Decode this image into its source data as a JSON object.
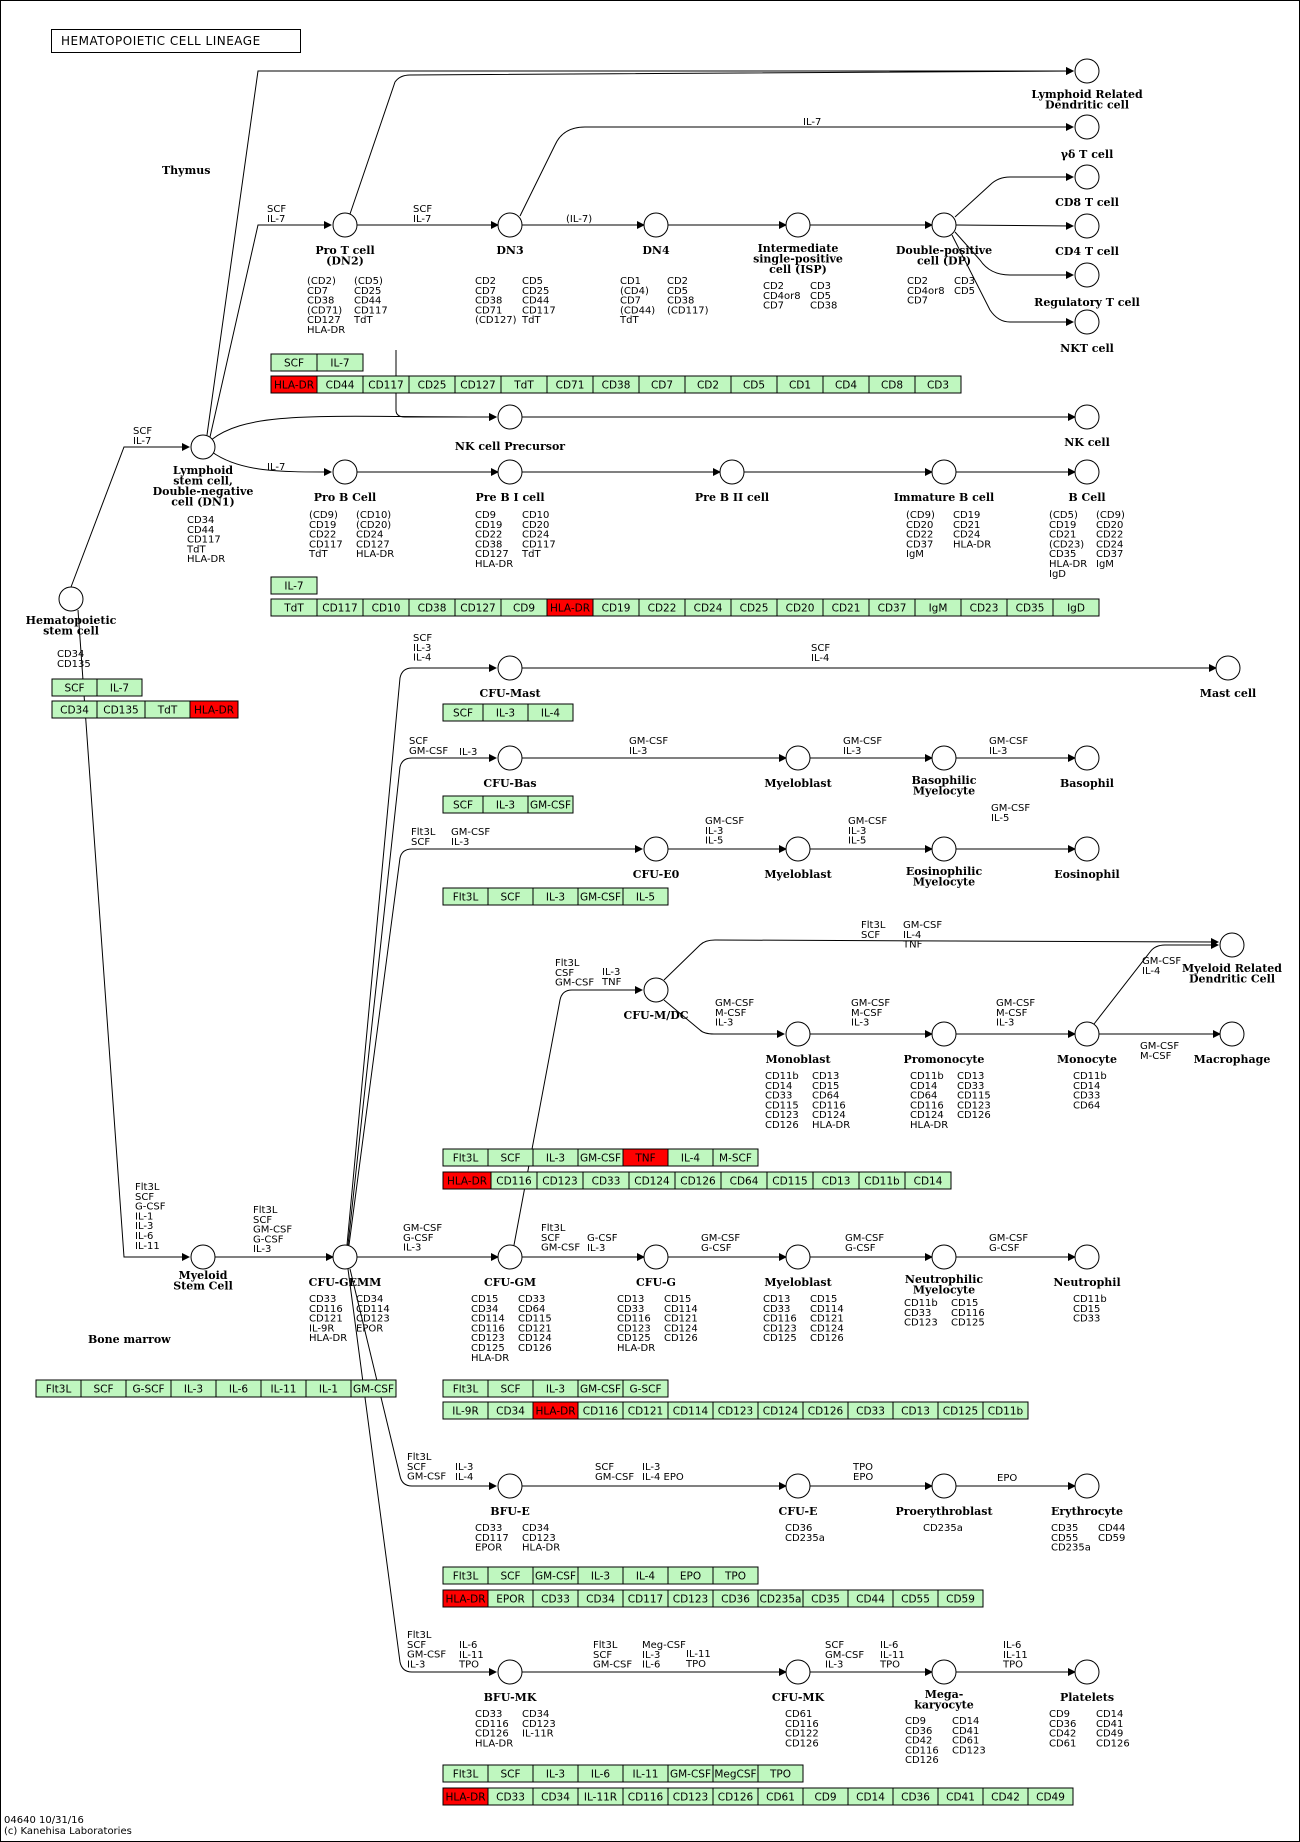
{
  "title": "HEMATOPOIETIC CELL LINEAGE",
  "footer": [
    "04640 10/31/16",
    "(c) Kanehisa Laboratories"
  ],
  "regions": {
    "thymus": "Thymus",
    "bone_marrow": "Bone marrow"
  },
  "colors": {
    "normal": "#bff7bf",
    "highlight": "#ff0000",
    "stroke": "#000000"
  },
  "cells": {
    "hsc": [
      "Hematopoietic",
      "stem cell"
    ],
    "lymphoid": [
      "Lymphoid",
      "stem cell,",
      "Double-negative",
      "cell (DN1)"
    ],
    "proT": [
      "Pro T cell",
      "(DN2)"
    ],
    "dn3": [
      "DN3"
    ],
    "dn4": [
      "DN4"
    ],
    "isp": [
      "Intermediate",
      "single-positive",
      "cell (ISP)"
    ],
    "dp": [
      "Double-positive",
      "cell (DP)"
    ],
    "lrdc": [
      "Lymphoid Related",
      "Dendritic cell"
    ],
    "gdT": [
      "γδ T cell"
    ],
    "cd8": [
      "CD8 T cell"
    ],
    "cd4": [
      "CD4 T cell"
    ],
    "treg": [
      "Regulatory T cell"
    ],
    "nkt": [
      "NKT cell"
    ],
    "nkp": [
      "NK cell Precursor"
    ],
    "nk": [
      "NK cell"
    ],
    "proB": [
      "Pro B Cell"
    ],
    "preBI": [
      "Pre B I cell"
    ],
    "preBII": [
      "Pre B II cell"
    ],
    "immB": [
      "Immature B cell"
    ],
    "bcell": [
      "B Cell"
    ],
    "cfumast": [
      "CFU-Mast"
    ],
    "mast": [
      "Mast cell"
    ],
    "cfubas": [
      "CFU-Bas"
    ],
    "myeloblast1": [
      "Myeloblast"
    ],
    "basmyelo": [
      "Basophilic",
      "Myelocyte"
    ],
    "basophil": [
      "Basophil"
    ],
    "cfueo": [
      "CFU-E0"
    ],
    "myeloblast2": [
      "Myeloblast"
    ],
    "eosmyelo": [
      "Eosinophilic",
      "Myelocyte"
    ],
    "eosinophil": [
      "Eosinophil"
    ],
    "mrdc": [
      "Myeloid Related",
      "Dendritic Cell"
    ],
    "cfumdc": [
      "CFU-M/DC"
    ],
    "monoblast": [
      "Monoblast"
    ],
    "promonocyte": [
      "Promonocyte"
    ],
    "monocyte": [
      "Monocyte"
    ],
    "macrophage": [
      "Macrophage"
    ],
    "msc": [
      "Myeloid",
      "Stem Cell"
    ],
    "gemm": [
      "CFU-GEMM"
    ],
    "cfugm": [
      "CFU-GM"
    ],
    "cfug": [
      "CFU-G"
    ],
    "myeloblast3": [
      "Myeloblast"
    ],
    "neutmyelo": [
      "Neutrophilic",
      "Myelocyte"
    ],
    "neutrophil": [
      "Neutrophil"
    ],
    "bfue": [
      "BFU-E"
    ],
    "cfue": [
      "CFU-E"
    ],
    "proery": [
      "Proerythroblast"
    ],
    "ery": [
      "Erythrocyte"
    ],
    "bfumk": [
      "BFU-MK"
    ],
    "cfumk": [
      "CFU-MK"
    ],
    "mega": [
      "Mega-",
      "karyocyte"
    ],
    "platelets": [
      "Platelets"
    ]
  },
  "markers": {
    "hsc": [
      [
        "CD34",
        "CD135"
      ]
    ],
    "lymphoid": [
      [
        "CD34",
        "CD44",
        "CD117",
        "TdT",
        "HLA-DR"
      ]
    ],
    "proT": [
      [
        "(CD2)",
        "CD7",
        "CD38",
        "(CD71)",
        "CD127",
        "HLA-DR"
      ],
      [
        "(CD5)",
        "CD25",
        "CD44",
        "CD117",
        "TdT"
      ]
    ],
    "dn3": [
      [
        "CD2",
        "CD7",
        "CD38",
        "CD71",
        "(CD127)"
      ],
      [
        "CD5",
        "CD25",
        "CD44",
        "CD117",
        "TdT"
      ]
    ],
    "dn4": [
      [
        "CD1",
        "(CD4)",
        "CD7",
        "(CD44)",
        "TdT"
      ],
      [
        "CD2",
        "CD5",
        "CD38",
        "(CD117)"
      ]
    ],
    "isp": [
      [
        "CD2",
        "CD4or8",
        "CD7"
      ],
      [
        "CD3",
        "CD5",
        "CD38"
      ]
    ],
    "dp": [
      [
        "CD2",
        "CD4or8",
        "CD7"
      ],
      [
        "CD3",
        "CD5"
      ]
    ],
    "proB": [
      [
        "(CD9)",
        "CD19",
        "CD22",
        "CD117",
        "TdT"
      ],
      [
        "(CD10)",
        "(CD20)",
        "CD24",
        "CD127",
        "HLA-DR"
      ]
    ],
    "preBI": [
      [
        "CD9",
        "CD19",
        "CD22",
        "CD38",
        "CD127",
        "HLA-DR"
      ],
      [
        "CD10",
        "CD20",
        "CD24",
        "CD117",
        "TdT"
      ]
    ],
    "immB": [
      [
        "(CD9)",
        "CD20",
        "CD22",
        "CD37",
        "IgM"
      ],
      [
        "CD19",
        "CD21",
        "CD24",
        "HLA-DR"
      ]
    ],
    "bcell": [
      [
        "(CD5)",
        "CD19",
        "CD21",
        "(CD23)",
        "CD35",
        "HLA-DR",
        "IgD"
      ],
      [
        "(CD9)",
        "CD20",
        "CD22",
        "CD24",
        "CD37",
        "IgM"
      ]
    ],
    "monoblast": [
      [
        "CD11b",
        "CD14",
        "CD33",
        "CD115",
        "CD123",
        "CD126"
      ],
      [
        "CD13",
        "CD15",
        "CD64",
        "CD116",
        "CD124",
        "HLA-DR"
      ]
    ],
    "promonocyte": [
      [
        "CD11b",
        "CD14",
        "CD64",
        "CD116",
        "CD124",
        "HLA-DR"
      ],
      [
        "CD13",
        "CD33",
        "CD115",
        "CD123",
        "CD126"
      ]
    ],
    "monocyte": [
      [
        "CD11b",
        "CD14",
        "CD33",
        "CD64"
      ]
    ],
    "gemm": [
      [
        "CD33",
        "CD116",
        "CD121",
        "IL-9R",
        "HLA-DR"
      ],
      [
        "CD34",
        "CD114",
        "CD123",
        "EPOR"
      ]
    ],
    "cfugm": [
      [
        "CD15",
        "CD34",
        "CD114",
        "CD116",
        "CD123",
        "CD125",
        "HLA-DR"
      ],
      [
        "CD33",
        "CD64",
        "CD115",
        "CD121",
        "CD124",
        "CD126"
      ]
    ],
    "cfug": [
      [
        "CD13",
        "CD33",
        "CD116",
        "CD123",
        "CD125",
        "HLA-DR"
      ],
      [
        "CD15",
        "CD114",
        "CD121",
        "CD124",
        "CD126"
      ]
    ],
    "myeloblast3": [
      [
        "CD13",
        "CD33",
        "CD116",
        "CD123",
        "CD125"
      ],
      [
        "CD15",
        "CD114",
        "CD121",
        "CD124",
        "CD126"
      ]
    ],
    "neutmyelo": [
      [
        "CD11b",
        "CD33",
        "CD123"
      ],
      [
        "CD15",
        "CD116",
        "CD125"
      ]
    ],
    "neutrophil": [
      [
        "CD11b",
        "CD15",
        "CD33"
      ]
    ],
    "bfue": [
      [
        "CD33",
        "CD117",
        "EPOR"
      ],
      [
        "CD34",
        "CD123",
        "HLA-DR"
      ]
    ],
    "cfue": [
      [
        "CD36",
        "CD235a"
      ]
    ],
    "proery": [
      [
        "CD235a"
      ]
    ],
    "ery": [
      [
        "CD35",
        "CD55",
        "CD235a"
      ],
      [
        "CD44",
        "CD59"
      ]
    ],
    "bfumk": [
      [
        "CD33",
        "CD116",
        "CD126",
        "HLA-DR"
      ],
      [
        "CD34",
        "CD123",
        "IL-11R"
      ]
    ],
    "cfumk": [
      [
        "CD61",
        "CD116",
        "CD122",
        "CD126"
      ]
    ],
    "mega": [
      [
        "CD9",
        "CD36",
        "CD42",
        "CD116",
        "CD126"
      ],
      [
        "CD14",
        "CD41",
        "CD61",
        "CD123"
      ]
    ],
    "platelets": [
      [
        "CD9",
        "CD36",
        "CD42",
        "CD61"
      ],
      [
        "CD14",
        "CD41",
        "CD49",
        "CD126"
      ]
    ]
  },
  "factors": {
    "f_lym_in": [
      "SCF",
      "IL-7"
    ],
    "f_proT_in": [
      "SCF",
      "IL-7"
    ],
    "f_dn3_in": [
      "SCF",
      "IL-7"
    ],
    "f_dn4_in": [
      "(IL-7)"
    ],
    "f_gd": [
      "IL-7"
    ],
    "f_proB_in": [
      "IL-7"
    ],
    "f_mast": [
      "SCF",
      "IL-4"
    ],
    "f_cfumast": [
      "SCF",
      "IL-3",
      "IL-4"
    ],
    "f_cfubas_a": [
      "SCF",
      "GM-CSF"
    ],
    "f_cfubas_b": [
      "IL-3"
    ],
    "f_bas1": [
      "GM-CSF",
      "IL-3"
    ],
    "f_bas2": [
      "GM-CSF",
      "IL-3"
    ],
    "f_bas3": [
      "GM-CSF",
      "IL-3"
    ],
    "f_eo_a": [
      "Flt3L",
      "SCF"
    ],
    "f_eo_b": [
      "GM-CSF",
      "IL-3"
    ],
    "f_eo1": [
      "GM-CSF",
      "IL-3",
      "IL-5"
    ],
    "f_eo2": [
      "GM-CSF",
      "IL-3",
      "IL-5"
    ],
    "f_eo3": [
      "GM-CSF",
      "IL-5"
    ],
    "f_mdc_a": [
      "Flt3L",
      "SCF"
    ],
    "f_mdc_b": [
      "GM-CSF",
      "IL-4",
      "TNF"
    ],
    "f_mdc_c": [
      "GM-CSF",
      "IL-4"
    ],
    "f_cfumdc_a": [
      "Flt3L",
      "CSF",
      "GM-CSF"
    ],
    "f_cfumdc_b": [
      "IL-3",
      "TNF"
    ],
    "f_mono1": [
      "GM-CSF",
      "M-CSF",
      "IL-3"
    ],
    "f_mono2": [
      "GM-CSF",
      "M-CSF",
      "IL-3"
    ],
    "f_mono3": [
      "GM-CSF",
      "M-CSF",
      "IL-3"
    ],
    "f_macro": [
      "GM-CSF",
      "M-CSF"
    ],
    "f_msc": [
      "Flt3L",
      "SCF",
      "G-CSF",
      "IL-1",
      "IL-3",
      "IL-6",
      "IL-11"
    ],
    "f_gemm": [
      "Flt3L",
      "SCF",
      "GM-CSF",
      "G-CSF",
      "IL-3"
    ],
    "f_cfugm": [
      "GM-CSF",
      "G-CSF",
      "IL-3"
    ],
    "f_cfug_a": [
      "Flt3L",
      "SCF",
      "GM-CSF"
    ],
    "f_cfug_b": [
      "G-CSF",
      "IL-3"
    ],
    "f_neut1": [
      "GM-CSF",
      "G-CSF"
    ],
    "f_neut2": [
      "GM-CSF",
      "G-CSF"
    ],
    "f_neut3": [
      "GM-CSF",
      "G-CSF"
    ],
    "f_bfue_a": [
      "Flt3L",
      "SCF",
      "GM-CSF"
    ],
    "f_bfue_b": [
      "IL-3",
      "IL-4"
    ],
    "f_cfue_a": [
      "SCF",
      "GM-CSF"
    ],
    "f_cfue_b": [
      "IL-3",
      "IL-4  EPO"
    ],
    "f_proery": [
      "TPO",
      "EPO"
    ],
    "f_ery": [
      "EPO"
    ],
    "f_bfumk_a": [
      "Flt3L",
      "SCF",
      "GM-CSF",
      "IL-3"
    ],
    "f_bfumk_b": [
      "IL-6",
      "IL-11",
      "TPO"
    ],
    "f_cfumk_a": [
      "Flt3L",
      "SCF",
      "GM-CSF"
    ],
    "f_cfumk_b": [
      "Meg-CSF",
      "IL-3",
      "IL-6"
    ],
    "f_cfumk_c": [
      "IL-11",
      "TPO"
    ],
    "f_mega_a": [
      "SCF",
      "GM-CSF",
      "IL-3"
    ],
    "f_mega_b": [
      "IL-6",
      "IL-11",
      "TPO"
    ],
    "f_plt": [
      "IL-6",
      "IL-11",
      "TPO"
    ]
  },
  "gene_rows": [
    {
      "id": "r_hsc1",
      "items": [
        [
          "SCF",
          0
        ],
        [
          "IL-7",
          0
        ]
      ]
    },
    {
      "id": "r_hsc2",
      "items": [
        [
          "CD34",
          0
        ],
        [
          "CD135",
          0
        ],
        [
          "TdT",
          0
        ],
        [
          "HLA-DR",
          1
        ]
      ]
    },
    {
      "id": "r_t1",
      "items": [
        [
          "SCF",
          0
        ],
        [
          "IL-7",
          0
        ]
      ]
    },
    {
      "id": "r_t2",
      "items": [
        [
          "HLA-DR",
          1
        ],
        [
          "CD44",
          0
        ],
        [
          "CD117",
          0
        ],
        [
          "CD25",
          0
        ],
        [
          "CD127",
          0
        ],
        [
          "TdT",
          0
        ],
        [
          "CD71",
          0
        ],
        [
          "CD38",
          0
        ],
        [
          "CD7",
          0
        ],
        [
          "CD2",
          0
        ],
        [
          "CD5",
          0
        ],
        [
          "CD1",
          0
        ],
        [
          "CD4",
          0
        ],
        [
          "CD8",
          0
        ],
        [
          "CD3",
          0
        ]
      ]
    },
    {
      "id": "r_b1",
      "items": [
        [
          "IL-7",
          0
        ]
      ]
    },
    {
      "id": "r_b2",
      "items": [
        [
          "TdT",
          0
        ],
        [
          "CD117",
          0
        ],
        [
          "CD10",
          0
        ],
        [
          "CD38",
          0
        ],
        [
          "CD127",
          0
        ],
        [
          "CD9",
          0
        ],
        [
          "HLA-DR",
          1
        ],
        [
          "CD19",
          0
        ],
        [
          "CD22",
          0
        ],
        [
          "CD24",
          0
        ],
        [
          "CD25",
          0
        ],
        [
          "CD20",
          0
        ],
        [
          "CD21",
          0
        ],
        [
          "CD37",
          0
        ],
        [
          "IgM",
          0
        ],
        [
          "CD23",
          0
        ],
        [
          "CD35",
          0
        ],
        [
          "IgD",
          0
        ]
      ]
    },
    {
      "id": "r_mast",
      "items": [
        [
          "SCF",
          0
        ],
        [
          "IL-3",
          0
        ],
        [
          "IL-4",
          0
        ]
      ]
    },
    {
      "id": "r_bas",
      "items": [
        [
          "SCF",
          0
        ],
        [
          "IL-3",
          0
        ],
        [
          "GM-CSF",
          0
        ]
      ]
    },
    {
      "id": "r_eo",
      "items": [
        [
          "Flt3L",
          0
        ],
        [
          "SCF",
          0
        ],
        [
          "IL-3",
          0
        ],
        [
          "GM-CSF",
          0
        ],
        [
          "IL-5",
          0
        ]
      ]
    },
    {
      "id": "r_mo1",
      "items": [
        [
          "Flt3L",
          0
        ],
        [
          "SCF",
          0
        ],
        [
          "IL-3",
          0
        ],
        [
          "GM-CSF",
          0
        ],
        [
          "TNF",
          1
        ],
        [
          "IL-4",
          0
        ],
        [
          "M-SCF",
          0
        ]
      ]
    },
    {
      "id": "r_mo2",
      "items": [
        [
          "HLA-DR",
          1
        ],
        [
          "CD116",
          0
        ],
        [
          "CD123",
          0
        ],
        [
          "CD33",
          0
        ],
        [
          "CD124",
          0
        ],
        [
          "CD126",
          0
        ],
        [
          "CD64",
          0
        ],
        [
          "CD115",
          0
        ],
        [
          "CD13",
          0
        ],
        [
          "CD11b",
          0
        ],
        [
          "CD14",
          0
        ]
      ]
    },
    {
      "id": "r_bm",
      "items": [
        [
          "Flt3L",
          0
        ],
        [
          "SCF",
          0
        ],
        [
          "G-SCF",
          0
        ],
        [
          "IL-3",
          0
        ],
        [
          "IL-6",
          0
        ],
        [
          "IL-11",
          0
        ],
        [
          "IL-1",
          0
        ],
        [
          "GM-CSF",
          0
        ]
      ]
    },
    {
      "id": "r_n1",
      "items": [
        [
          "Flt3L",
          0
        ],
        [
          "SCF",
          0
        ],
        [
          "IL-3",
          0
        ],
        [
          "GM-CSF",
          0
        ],
        [
          "G-SCF",
          0
        ]
      ]
    },
    {
      "id": "r_n2",
      "items": [
        [
          "IL-9R",
          0
        ],
        [
          "CD34",
          0
        ],
        [
          "HLA-DR",
          1
        ],
        [
          "CD116",
          0
        ],
        [
          "CD121",
          0
        ],
        [
          "CD114",
          0
        ],
        [
          "CD123",
          0
        ],
        [
          "CD124",
          0
        ],
        [
          "CD126",
          0
        ],
        [
          "CD33",
          0
        ],
        [
          "CD13",
          0
        ],
        [
          "CD125",
          0
        ],
        [
          "CD11b",
          0
        ]
      ]
    },
    {
      "id": "r_e1",
      "items": [
        [
          "Flt3L",
          0
        ],
        [
          "SCF",
          0
        ],
        [
          "GM-CSF",
          0
        ],
        [
          "IL-3",
          0
        ],
        [
          "IL-4",
          0
        ],
        [
          "EPO",
          0
        ],
        [
          "TPO",
          0
        ]
      ]
    },
    {
      "id": "r_e2",
      "items": [
        [
          "HLA-DR",
          1
        ],
        [
          "EPOR",
          0
        ],
        [
          "CD33",
          0
        ],
        [
          "CD34",
          0
        ],
        [
          "CD117",
          0
        ],
        [
          "CD123",
          0
        ],
        [
          "CD36",
          0
        ],
        [
          "CD235a",
          0
        ],
        [
          "CD35",
          0
        ],
        [
          "CD44",
          0
        ],
        [
          "CD55",
          0
        ],
        [
          "CD59",
          0
        ]
      ]
    },
    {
      "id": "r_p1",
      "items": [
        [
          "Flt3L",
          0
        ],
        [
          "SCF",
          0
        ],
        [
          "IL-3",
          0
        ],
        [
          "IL-6",
          0
        ],
        [
          "IL-11",
          0
        ],
        [
          "GM-CSF",
          0
        ],
        [
          "MegCSF",
          0
        ],
        [
          "TPO",
          0
        ]
      ]
    },
    {
      "id": "r_p2",
      "items": [
        [
          "HLA-DR",
          1
        ],
        [
          "CD33",
          0
        ],
        [
          "CD34",
          0
        ],
        [
          "IL-11R",
          0
        ],
        [
          "CD116",
          0
        ],
        [
          "CD123",
          0
        ],
        [
          "CD126",
          0
        ],
        [
          "CD61",
          0
        ],
        [
          "CD9",
          0
        ],
        [
          "CD14",
          0
        ],
        [
          "CD36",
          0
        ],
        [
          "CD41",
          0
        ],
        [
          "CD42",
          0
        ],
        [
          "CD49",
          0
        ]
      ]
    }
  ]
}
